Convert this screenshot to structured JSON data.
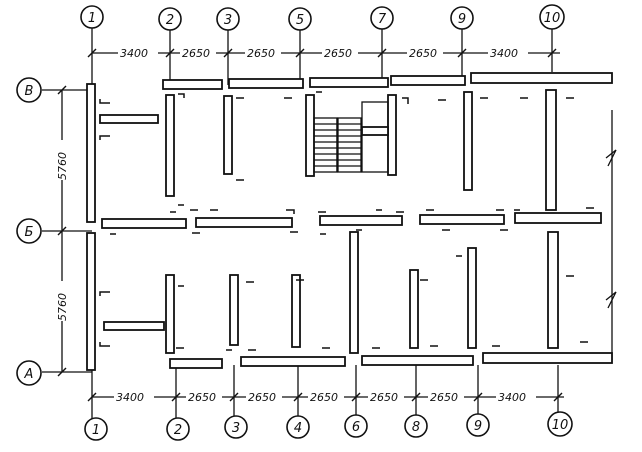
{
  "top_axes": [
    "1",
    "2",
    "3",
    "5",
    "7",
    "9",
    "10"
  ],
  "top_dims": [
    "3400",
    "2650",
    "2650",
    "2650",
    "2650",
    "3400"
  ],
  "bottom_axes": [
    "1",
    "2",
    "3",
    "4",
    "6",
    "8",
    "9",
    "10"
  ],
  "bottom_dims": [
    "3400",
    "2650",
    "2650",
    "2650",
    "2650",
    "2650",
    "3400"
  ],
  "row_axes": [
    "В",
    "Б",
    "А"
  ],
  "row_dims": [
    "5760",
    "5760"
  ]
}
